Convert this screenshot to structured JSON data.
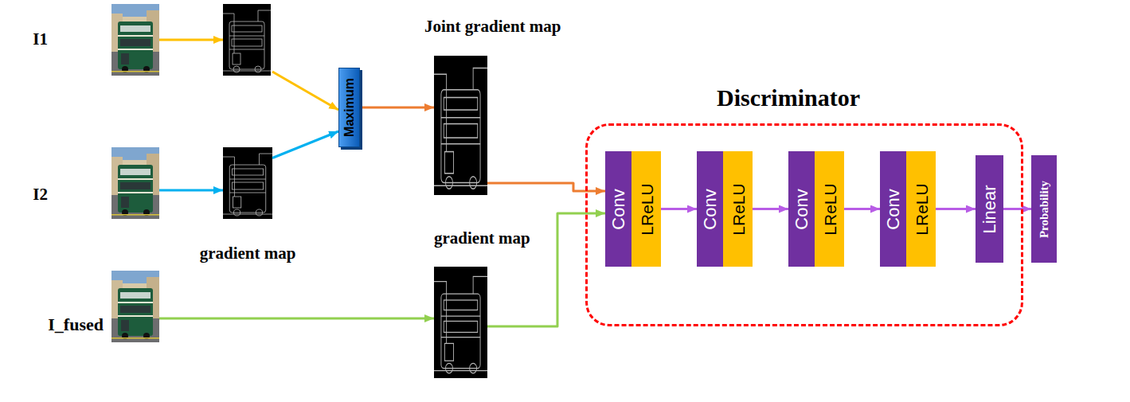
{
  "diagram": {
    "nodes": [
      {
        "text": [
          "I1"
        ]
      },
      {
        "text": [
          "I2"
        ]
      },
      {
        "text": [
          "I_fused"
        ]
      },
      {
        "text": [
          "gradient map"
        ]
      },
      {
        "text": [
          "Maximum"
        ]
      },
      {
        "text": [
          "Joint gradient map"
        ]
      },
      {
        "text": [
          "gradient map"
        ]
      },
      {
        "text": [
          "Discriminator"
        ]
      },
      {
        "text": [
          "Conv",
          "LReLU"
        ],
        "in": 7
      },
      {
        "text": [
          "Conv",
          "LReLU"
        ],
        "in": 7
      },
      {
        "text": [
          "Conv",
          "LReLU"
        ],
        "in": 7
      },
      {
        "text": [
          "Conv",
          "LReLU"
        ],
        "in": 7
      },
      {
        "text": [
          "Linear"
        ],
        "in": 7
      },
      {
        "text": [
          "Probability"
        ]
      }
    ],
    "edges": [
      {
        "from": 1,
        "to": 3,
        "arrow": "to"
      },
      {
        "from": 3,
        "to": 4,
        "arrow": "to"
      },
      {
        "from": 4,
        "to": 5,
        "arrow": "to"
      },
      {
        "from": 5,
        "to": 8,
        "arrow": "to"
      },
      {
        "from": 6,
        "to": 8,
        "arrow": "to"
      },
      {
        "from": 2,
        "to": 6,
        "arrow": "to"
      },
      {
        "from": 8,
        "to": 9,
        "arrow": "to"
      },
      {
        "from": 9,
        "to": 10,
        "arrow": "to"
      },
      {
        "from": 10,
        "to": 11,
        "arrow": "to"
      },
      {
        "from": 11,
        "to": 12,
        "arrow": "to"
      },
      {
        "from": 12,
        "to": 13,
        "arrow": "to"
      }
    ]
  }
}
